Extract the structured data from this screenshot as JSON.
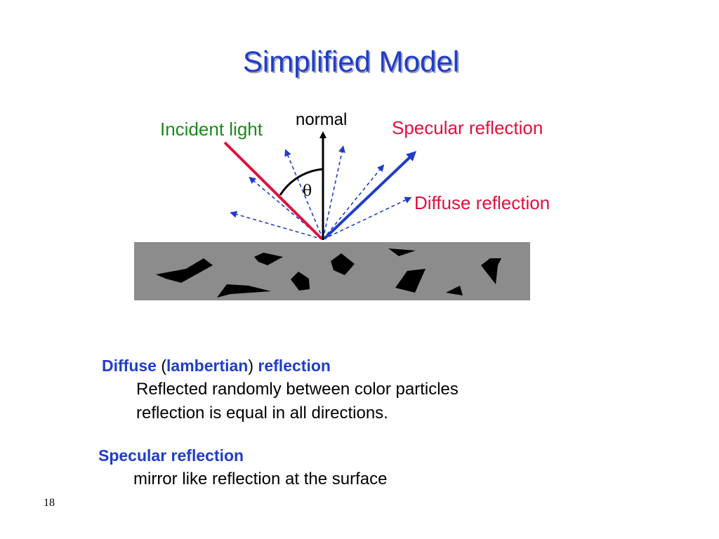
{
  "title": "Simplified Model",
  "diagram": {
    "normal_label": "normal",
    "incident_label": "Incident light",
    "specular_label": "Specular reflection",
    "diffuse_label": "Diffuse reflection",
    "angle_label": "θ",
    "colors": {
      "incident": "#e0103c",
      "specular": "#1f3dc8",
      "incident_text": "#1a8a1a",
      "specular_text": "#e0103c",
      "diffuse_text": "#e0103c",
      "diffuse_rays": "#1f3dc8",
      "surface": "#8c8c8c",
      "particles": "#000000"
    }
  },
  "diffuse_section": {
    "heading_part1": "Diffuse",
    "heading_paren_open": "(",
    "heading_part2": "lambertian",
    "heading_paren_close": ")",
    "heading_part3": "reflection",
    "lines": [
      "Reflected randomly between color  particles",
      "reflection is equal in all directions."
    ]
  },
  "specular_section": {
    "heading": "Specular reflection",
    "lines": [
      "mirror like reflection at the surface"
    ]
  },
  "page_number": "18"
}
